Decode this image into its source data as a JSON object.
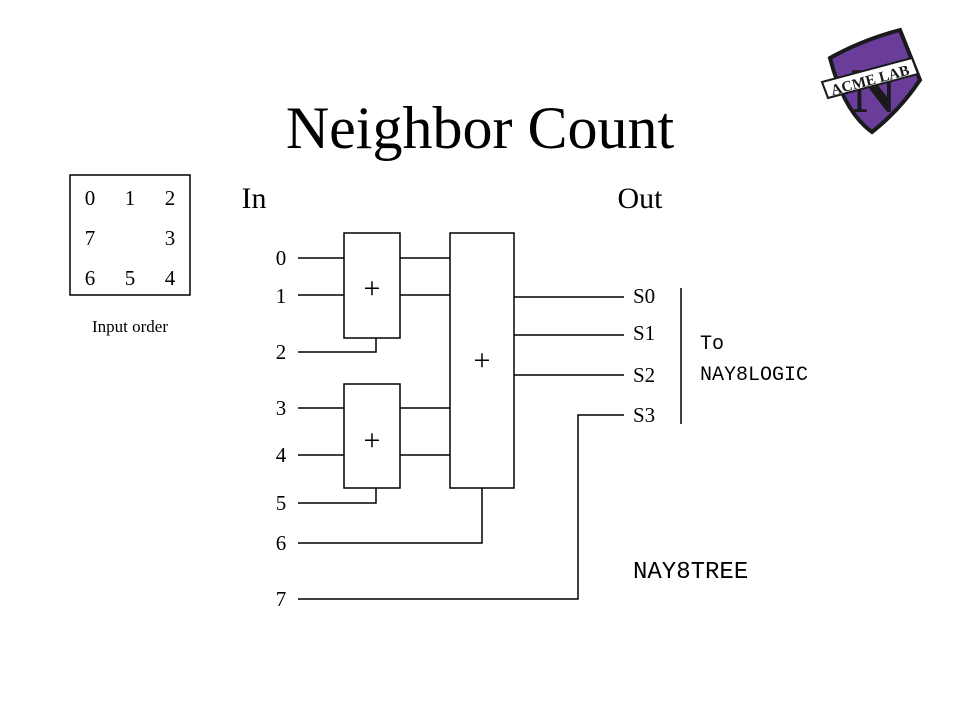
{
  "title": "Neighbor Count",
  "logo_text": "ACME LAB",
  "logo_letter": "N",
  "logo_colors": {
    "shield": "#6a3d9a",
    "outline": "#1a1a1a",
    "banner": "#ffffff"
  },
  "grid": {
    "cells": [
      [
        "0",
        "1",
        "2"
      ],
      [
        "7",
        "",
        "3"
      ],
      [
        "6",
        "5",
        "4"
      ]
    ],
    "caption": "Input order"
  },
  "diagram": {
    "in_label": "In",
    "out_label": "Out",
    "inputs": [
      "0",
      "1",
      "2",
      "3",
      "4",
      "5",
      "6",
      "7"
    ],
    "adder_symbol": "+",
    "outputs": [
      "S0",
      "S1",
      "S2",
      "S3"
    ],
    "bracket_label": [
      "To",
      "NAY8LOGIC"
    ],
    "module_name": "NAY8TREE"
  }
}
